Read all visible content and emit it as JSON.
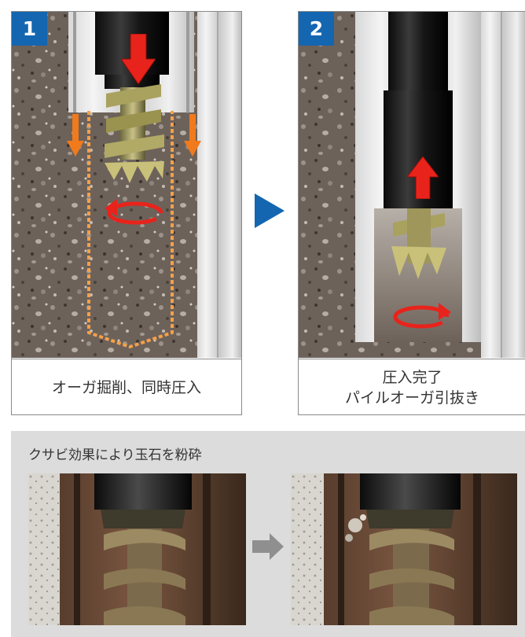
{
  "steps": [
    {
      "number": "1",
      "caption_line1": "オーガ掘削、同時圧入",
      "caption_line2": ""
    },
    {
      "number": "2",
      "caption_line1": "圧入完了",
      "caption_line2": "パイルオーガ引抜き"
    }
  ],
  "photo_section": {
    "title": "クサビ効果により玉石を粉砕"
  },
  "colors": {
    "badge_blue": "#1466b0",
    "arrow_red": "#e8231b",
    "arrow_orange": "#f07a1c",
    "excavation_outline": "#f5a04a",
    "panel_gray": "#dcdcdc",
    "process_arrow_gray": "#8f8f8f"
  },
  "icons": [
    "arrow-down-icon",
    "arrow-up-icon",
    "rotation-icon",
    "process-arrow-icon"
  ]
}
